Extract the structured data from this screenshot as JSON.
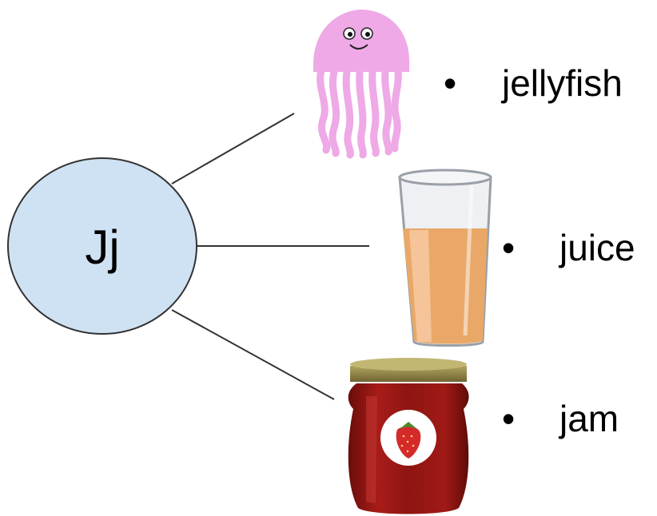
{
  "center": {
    "label": "Jj",
    "fill": "#cfe2f3",
    "stroke": "#333333"
  },
  "items": [
    {
      "word": "jellyfish",
      "icon": "jellyfish-icon",
      "color": "#eea9e6"
    },
    {
      "word": "juice",
      "icon": "juice-glass-icon",
      "color": "#e9a867"
    },
    {
      "word": "jam",
      "icon": "strawberry-jam-jar-icon",
      "color": "#9b1a17"
    }
  ],
  "bullet": "•"
}
